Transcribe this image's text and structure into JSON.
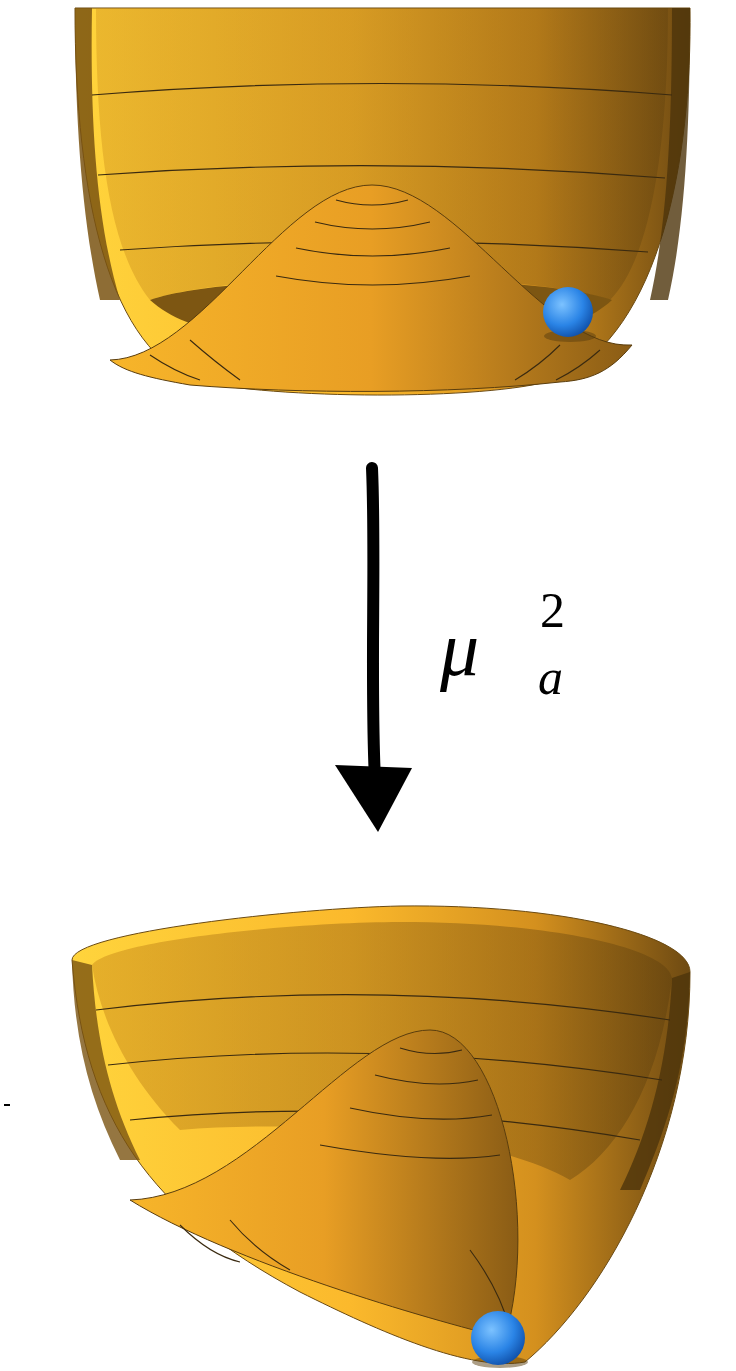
{
  "diagram": {
    "labels": [
      "μ",
      "2",
      "a"
    ]
  }
}
